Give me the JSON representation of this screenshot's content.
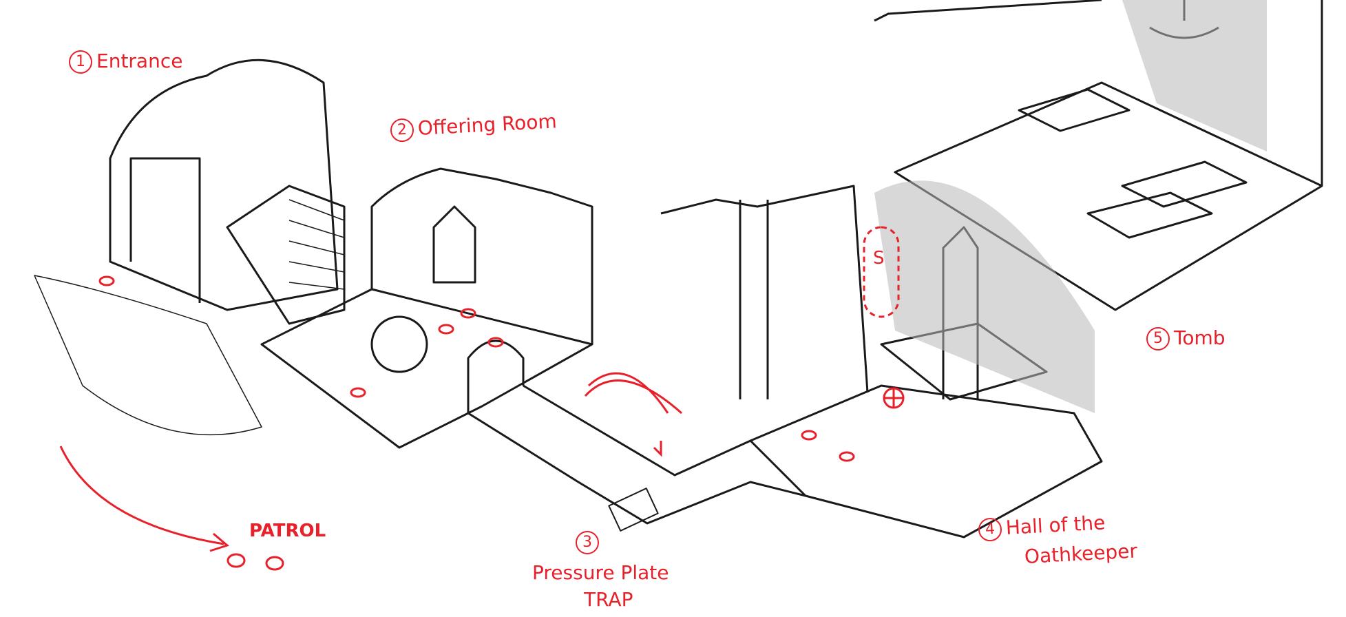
{
  "rooms": [
    {
      "number": "1",
      "name": "Entrance"
    },
    {
      "number": "2",
      "name": "Offering Room"
    },
    {
      "number": "3",
      "name": "Pressure Plate",
      "subtitle": "TRAP"
    },
    {
      "number": "4",
      "name": "Hall of the",
      "name_line2": "Oathkeeper"
    },
    {
      "number": "5",
      "name": "Tomb"
    }
  ],
  "patrol": {
    "label": "PATROL"
  },
  "secret_door": {
    "label": "S"
  },
  "colors": {
    "annotation": "#e8202a",
    "ink": "#1a1a1a",
    "shade": "#b8b8b8"
  }
}
